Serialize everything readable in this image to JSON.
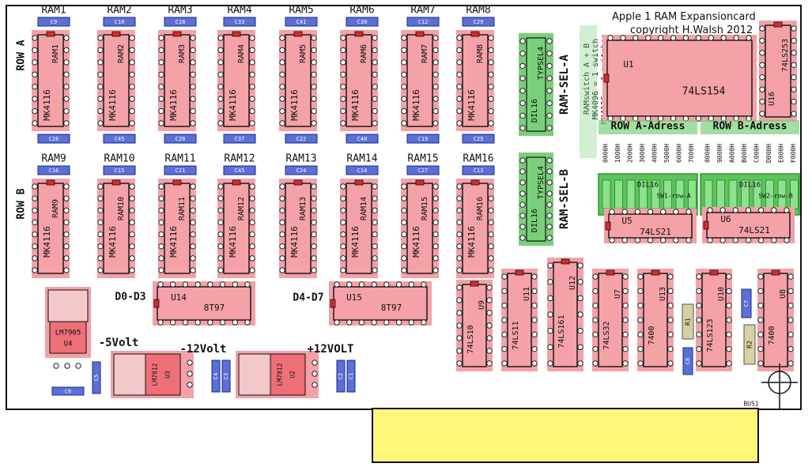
{
  "title": {
    "line1": "Apple 1 RAM Expansioncard",
    "line2": "copyright H.Walsh 2012"
  },
  "rows": {
    "row_a": "ROW A",
    "row_b": "ROW B"
  },
  "ram_chips": [
    {
      "name": "RAM1",
      "cap_top": "C9",
      "cap_bottom": "C26",
      "part": "MK4116"
    },
    {
      "name": "RAM2",
      "cap_top": "C10",
      "cap_bottom": "C45",
      "part": "MK4116"
    },
    {
      "name": "RAM3",
      "cap_top": "C18",
      "cap_bottom": "C28",
      "part": "MK4116"
    },
    {
      "name": "RAM4",
      "cap_top": "C33",
      "cap_bottom": "C37",
      "part": "MK4116"
    },
    {
      "name": "RAM5",
      "cap_top": "C41",
      "cap_bottom": "C22",
      "part": "MK4116"
    },
    {
      "name": "RAM6",
      "cap_top": "C30",
      "cap_bottom": "C40",
      "part": "MK4116"
    },
    {
      "name": "RAM7",
      "cap_top": "C12",
      "cap_bottom": "C19",
      "part": "MK4116"
    },
    {
      "name": "RAM8",
      "cap_top": "C29",
      "cap_bottom": "C25",
      "part": "MK4116"
    },
    {
      "name": "RAM9",
      "cap_top": "C16",
      "cap_bottom": "",
      "part": "MK4116"
    },
    {
      "name": "RAM10",
      "cap_top": "C15",
      "cap_bottom": "",
      "part": "MK4116"
    },
    {
      "name": "RAM11",
      "cap_top": "C21",
      "cap_bottom": "",
      "part": "MK4116"
    },
    {
      "name": "RAM12",
      "cap_top": "C45",
      "cap_bottom": "",
      "part": "MK4116"
    },
    {
      "name": "RAM13",
      "cap_top": "C24",
      "cap_bottom": "",
      "part": "MK4116"
    },
    {
      "name": "RAM14",
      "cap_top": "C14",
      "cap_bottom": "",
      "part": "MK4116"
    },
    {
      "name": "RAM15",
      "cap_top": "C27",
      "cap_bottom": "",
      "part": "MK4116"
    },
    {
      "name": "RAM16",
      "cap_top": "C13",
      "cap_bottom": "",
      "part": "MK4116"
    }
  ],
  "ram_select": [
    {
      "label": "RAM-SEL-A",
      "part": "TYPSEL4",
      "pkg": "DIL16"
    },
    {
      "label": "RAM-SEL-B",
      "part": "TYPSEL4",
      "pkg": "DIL16"
    }
  ],
  "ramswitch_note": [
    "RAMswitch A + B",
    "MK4096 = 1 switch",
    "MK4116 = 4 switches"
  ],
  "u1": {
    "ref": "U1",
    "part": "74LS154"
  },
  "u16": {
    "ref": "U16",
    "part": "74LS253"
  },
  "row_a_adress": {
    "label": "ROW A-Adress",
    "addresses": [
      "0000H",
      "1000H",
      "2000H",
      "3000H",
      "4000H",
      "5000H",
      "6000H",
      "7000H"
    ],
    "pkg": "DIL16",
    "sw": "SW1-row-A"
  },
  "row_b_adress": {
    "label": "ROW B-Adress",
    "addresses": [
      "8000H",
      "9000H",
      "A000H",
      "B000H",
      "C000H",
      "D000H",
      "E000H",
      "F000H"
    ],
    "pkg": "DIL16",
    "sw": "SW2-row-B"
  },
  "u5": {
    "ref": "U5",
    "part": "74LS21"
  },
  "u6": {
    "ref": "U6",
    "part": "74LS21"
  },
  "u14": {
    "ref": "U14",
    "part": "8T97",
    "label": "D0-D3"
  },
  "u15": {
    "ref": "U15",
    "part": "8T97",
    "label": "D4-D7"
  },
  "logic_chips": [
    {
      "ref": "U9",
      "part": "74LS10"
    },
    {
      "ref": "U11",
      "part": "74LS11"
    },
    {
      "ref": "U12",
      "part": "74LS161"
    },
    {
      "ref": "U7",
      "part": "74LS32"
    },
    {
      "ref": "U13",
      "part": "7400"
    },
    {
      "ref": "U10",
      "part": "74LS123"
    },
    {
      "ref": "U8",
      "part": "7400"
    }
  ],
  "regulators": [
    {
      "ref": "U4",
      "part": "LM7905",
      "label": "-5Volt"
    },
    {
      "ref": "U3",
      "part": "LM7812",
      "label": "-12Volt"
    },
    {
      "ref": "U2",
      "part": "LM7812",
      "label": "+12VOLT"
    }
  ],
  "small_caps": [
    "C6",
    "C5",
    "C4",
    "C3",
    "C2",
    "C1",
    "C7",
    "C8"
  ],
  "resistors": [
    "R1",
    "R2"
  ],
  "bus": {
    "label": "BUS1"
  },
  "colors": {
    "ic_fill": "#f4a1a8",
    "ic_border": "#d62a2a",
    "green": "#7ad07a",
    "green_dark": "#2a9a2a",
    "cap_fill": "#5b6fd6",
    "edge": "#fff67a",
    "pin": "#ffffff"
  }
}
